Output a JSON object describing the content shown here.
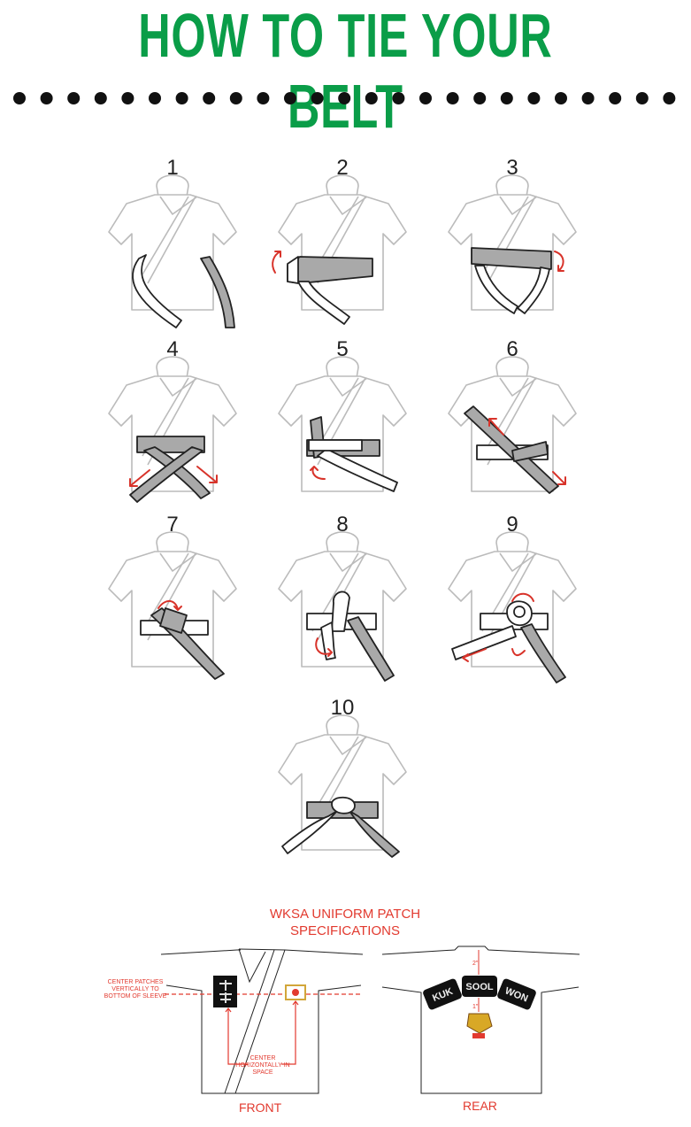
{
  "title": "HOW TO TIE YOUR BELT",
  "colors": {
    "title_green": "#0a9d48",
    "dots": "#111111",
    "outline": "#bbbbbb",
    "belt_gray": "#a9a9a9",
    "arrow_red": "#d8332a",
    "spec_red": "#e23a2f"
  },
  "steps": [
    {
      "number": "1"
    },
    {
      "number": "2"
    },
    {
      "number": "3"
    },
    {
      "number": "4"
    },
    {
      "number": "5"
    },
    {
      "number": "6"
    },
    {
      "number": "7"
    },
    {
      "number": "8"
    },
    {
      "number": "9"
    },
    {
      "number": "10"
    }
  ],
  "patch_spec": {
    "title_line1": "WKSA UNIFORM PATCH",
    "title_line2": "SPECIFICATIONS",
    "left_note": "CENTER PATCHES VERTICALLY TO BOTTOM OF SLEEVE",
    "center_note": "CENTER HORIZONTALLY IN SPACE",
    "front_label": "FRONT",
    "rear_label": "REAR",
    "rear_patches": [
      "KUK",
      "SOOL",
      "WON"
    ],
    "measure_top": "2\"",
    "measure_mid": "1\""
  }
}
